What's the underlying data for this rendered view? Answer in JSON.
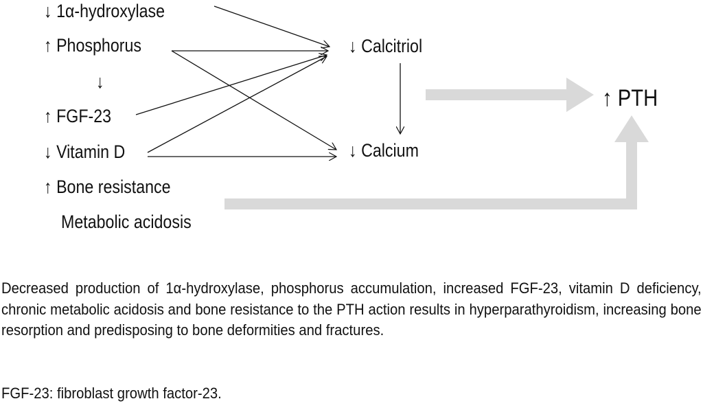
{
  "factors": [
    {
      "arrow": "↓",
      "label": "1α-hydroxylase"
    },
    {
      "arrow": "↑",
      "label": "Phosphorus"
    },
    {
      "arrow": "↓",
      "label": ""
    },
    {
      "arrow": "↑",
      "label": "FGF-23"
    },
    {
      "arrow": "↓",
      "label": "Vitamin D"
    },
    {
      "arrow": "↑",
      "label": "Bone resistance"
    },
    {
      "arrow": "",
      "label": "Metabolic acidosis"
    }
  ],
  "intermediates": [
    {
      "arrow": "↓",
      "label": "Calcitriol"
    },
    {
      "arrow": "↓",
      "label": "Calcium"
    }
  ],
  "outcome": {
    "arrow": "↑",
    "label": "PTH"
  },
  "caption": "Decreased production of 1α-hydroxylase, phosphorus accumulation, increased FGF-23, vitamin D deficiency, chronic metabolic acidosis and bone resistance to the PTH action results in hyperparathyroidism, increasing bone resorption and predisposing to bone deformities and fractures.",
  "footnote": "FGF-23: fibroblast growth factor-23.",
  "colors": {
    "thick_arrow": "#d9d9d9",
    "line": "#111111"
  }
}
